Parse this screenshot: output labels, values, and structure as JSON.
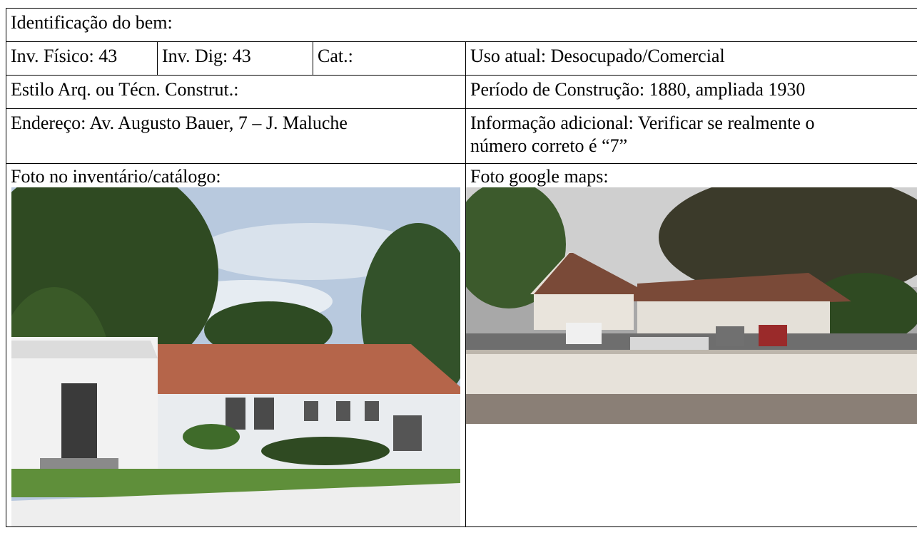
{
  "header": {
    "title": "Identificação do bem:"
  },
  "row_inventory": {
    "inv_fisico": "Inv. Físico: 43",
    "inv_dig": "Inv. Dig: 43",
    "cat": "Cat.:",
    "uso_atual": "Uso atual: Desocupado/Comercial"
  },
  "row_style": {
    "estilo": "Estilo Arq. ou Técn. Construt.:",
    "periodo": "Período de Construção: 1880, ampliada 1930"
  },
  "row_address": {
    "endereco": "Endereço: Av. Augusto Bauer, 7 – J. Maluche",
    "info_line1": "Informação adicional: Verificar se realmente o",
    "info_line2": "número correto é “7”"
  },
  "photos": {
    "catalog_caption": "Foto no inventário/catálogo:",
    "maps_caption": "Foto google maps:"
  },
  "colors": {
    "border": "#000000",
    "roof": "#b5654a",
    "wall": "#eeeeee",
    "tree": "#2f4a22",
    "sky": "#b8c9de",
    "grass": "#5f8f3a"
  }
}
